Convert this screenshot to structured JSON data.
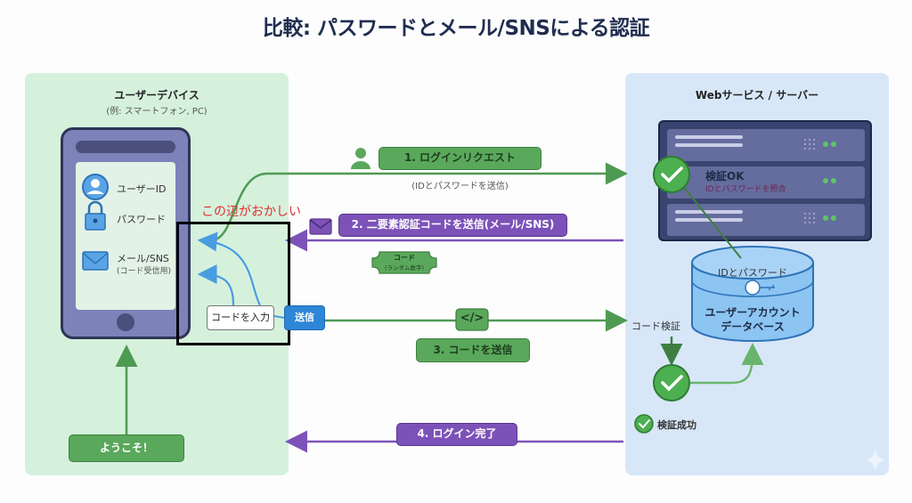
{
  "title": "比較: パスワードとメール/SNSによる認証",
  "user_panel": {
    "title": "ユーザーデバイス",
    "subtitle": "(例: スマートフォン, PC)",
    "screen_items": [
      {
        "icon": "user-circle-icon",
        "label": "ユーザーID"
      },
      {
        "icon": "lock-icon",
        "label": "パスワード"
      },
      {
        "icon": "mail-icon",
        "label": "メール/SNS",
        "sublabel": "(コード受信用)"
      }
    ],
    "code_input": "コードを入力",
    "send_button": "送信",
    "welcome": "ようこそ！"
  },
  "annotation": {
    "text": "この辺がおかしい",
    "color": "#e03030"
  },
  "server_panel": {
    "title": "Webサービス / サーバー",
    "verify_ok": "検証OK",
    "verify_ok_sub": "IDとパスワードを照合",
    "db_top_label": "IDとパスワード",
    "db_title_line1": "ユーザーアカウント",
    "db_title_line2": "データベース",
    "code_verify": "コード検証",
    "verify_success": "検証成功"
  },
  "steps": [
    {
      "label": "1. ログインリクエスト",
      "note": "(IDとパスワードを送信)",
      "direction": "to-server",
      "color": "#4f9a52"
    },
    {
      "label": "2. 二要素認証コードを送信(メール/SNS)",
      "direction": "to-user",
      "color": "#7c52b8"
    },
    {
      "label": "3. コードを送信",
      "direction": "to-server",
      "color": "#4f9a52"
    },
    {
      "label": "4. ログイン完了",
      "direction": "to-user",
      "color": "#7c52b8"
    }
  ],
  "code_tag": {
    "title": "コード",
    "sub": "(ランダム数字)"
  },
  "code_icon": "</>",
  "colors": {
    "left_panel": "#d5f1dc",
    "right_panel": "#d8e7f8",
    "green": "#4f9a52",
    "purple": "#7c52b8",
    "blue": "#2e86d6"
  }
}
